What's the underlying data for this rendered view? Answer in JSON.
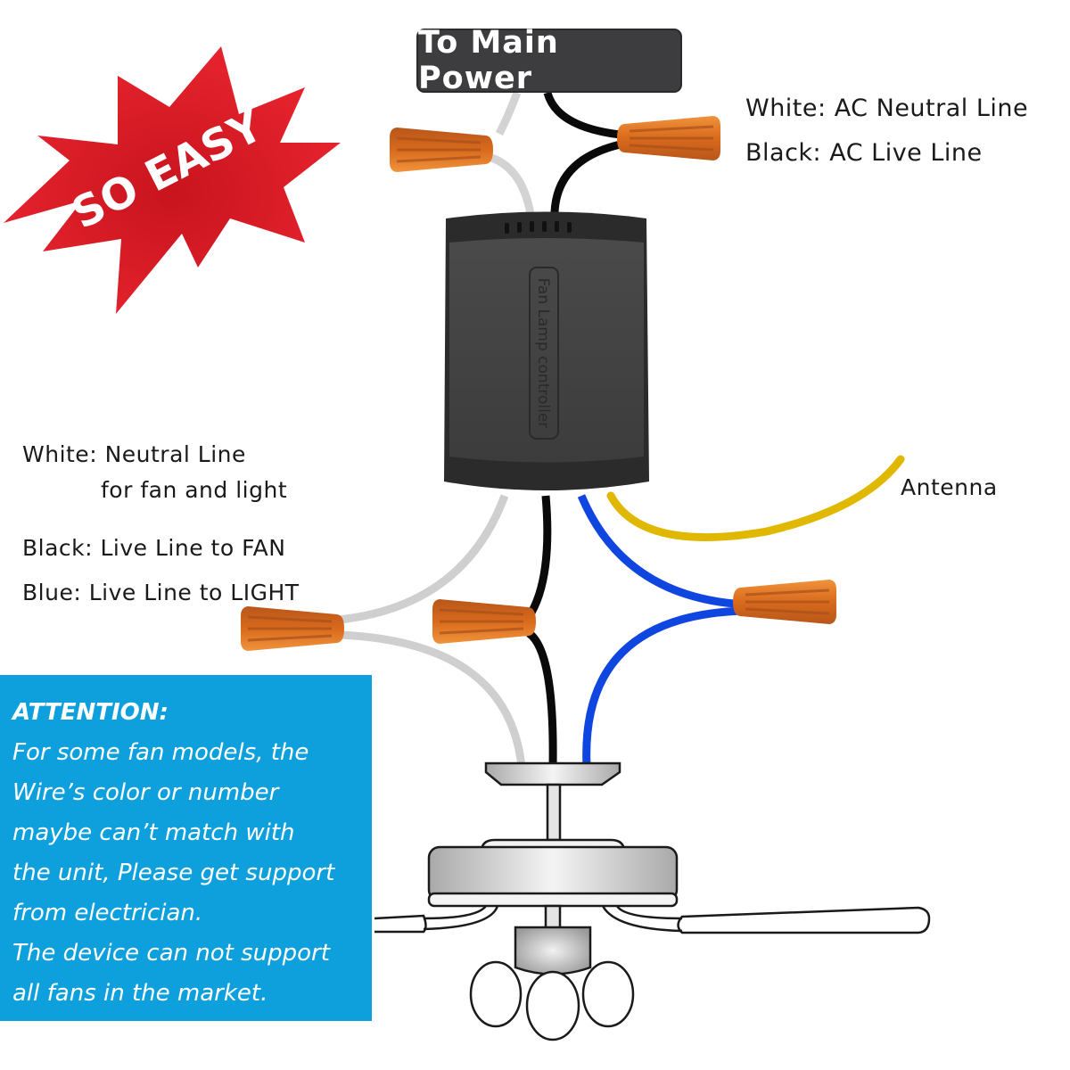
{
  "power": {
    "label": "To Main Power"
  },
  "badge": {
    "text": "SO EASY",
    "color": "#e4202c"
  },
  "top_legend": {
    "white": "White: AC Neutral Line",
    "black": "Black: AC Live Line"
  },
  "controller": {
    "label": "Fan Lamp controller"
  },
  "left_legend": {
    "white_line1": "White: Neutral Line",
    "white_line2": "for fan and light",
    "black": "Black: Live Line to FAN",
    "blue": "Blue: Live Line to LIGHT"
  },
  "antenna": {
    "label": "Antenna"
  },
  "attention": {
    "title": "ATTENTION:",
    "lines": [
      "For some fan models, the",
      "Wire’s color or number",
      "maybe can’t match with",
      "the unit, Please get support",
      "from electrician.",
      "The device can not support",
      "all fans in the market."
    ],
    "background": "#0ea0dc"
  },
  "wire_colors": {
    "white": "#cfcfcf",
    "black": "#0a0a0a",
    "blue": "#1046e0",
    "yellow": "#e0b800",
    "connector": "#e07a2a"
  }
}
